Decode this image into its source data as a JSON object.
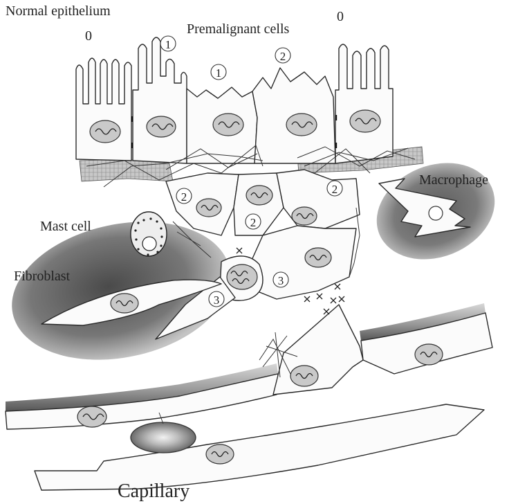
{
  "labels": {
    "normal_epithelium": "Normal epithelium",
    "premalignant_cells": "Premalignant cells",
    "macrophage": "Macrophage",
    "mast_cell": "Mast cell",
    "fibroblast": "Fibroblast",
    "capillary": "Capillary"
  },
  "stages": {
    "s0_left": "0",
    "s0_right": "0",
    "s1_a": "1",
    "s1_b": "1",
    "s2_top": "2",
    "s2_a": "2",
    "s2_b": "2",
    "s2_c": "2",
    "s3_a": "3",
    "s3_b": "3"
  },
  "colors": {
    "line": "#2a2a2a",
    "nucleus": "#c9c9c9",
    "halo": "#6e6e6e",
    "basement_membrane": "#9a9a9a"
  }
}
